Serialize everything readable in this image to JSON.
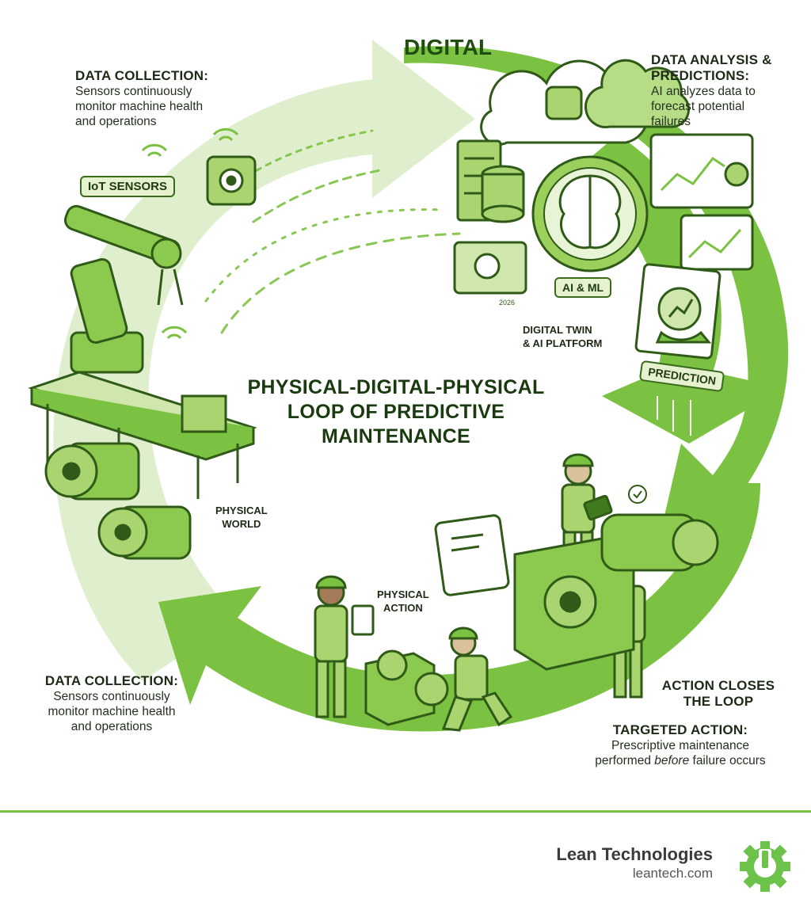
{
  "diagram": {
    "section_digital": "DIGITAL",
    "top_left": {
      "title": "DATA COLLECTION:",
      "lines": [
        "Sensors continuously",
        "monitor machine health",
        "and operations"
      ]
    },
    "top_right": {
      "title_lines": [
        "DATA ANALYSIS &",
        "PREDICTIONS:"
      ],
      "lines": [
        "AI analyzes data to",
        "forecast potential",
        "failures"
      ]
    },
    "iot_label": "IoT SENSORS",
    "ai_label": "AI & ML",
    "twin_lines": [
      "DIGITAL TWIN",
      "& AI PLATFORM"
    ],
    "prediction_label": "PREDICTION",
    "screen_year": "2026",
    "center_title_lines": [
      "PHYSICAL-DIGITAL-PHYSICAL",
      "LOOP OF PREDICTIVE",
      "MAINTENANCE"
    ],
    "physical_world_lines": [
      "PHYSICAL",
      "WORLD"
    ],
    "physical_action_lines": [
      "PHYSICAL",
      "ACTION"
    ],
    "bottom_left": {
      "title": "DATA COLLECTION:",
      "lines": [
        "Sensors continuously",
        "monitor machine health",
        "and operations"
      ]
    },
    "closes_loop_lines": [
      "ACTION CLOSES",
      "THE LOOP"
    ],
    "bottom_right": {
      "title": "TARGETED ACTION:",
      "line1": "Prescriptive maintenance",
      "line2_pre": "performed ",
      "line2_em": "before",
      "line2_post": " failure occurs"
    }
  },
  "footer": {
    "brand": "Lean Technologies",
    "url": "leantech.com"
  },
  "colors": {
    "primary_green": "#7cc242",
    "dark_green": "#3f7a1f",
    "pale_green": "#dcedc8",
    "divider": "#7cc242"
  }
}
